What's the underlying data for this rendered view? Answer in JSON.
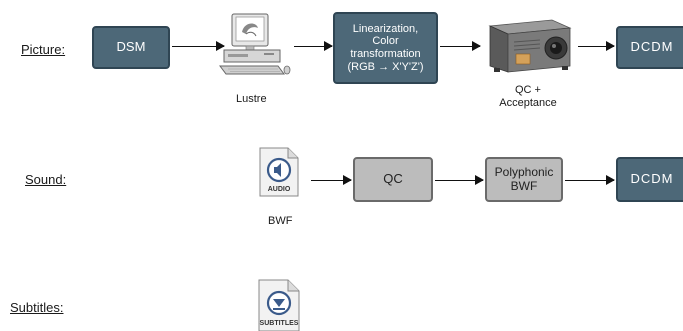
{
  "rows": {
    "picture": {
      "label": "Picture:"
    },
    "sound": {
      "label": "Sound:"
    },
    "subtitles": {
      "label": "Subtitles:"
    }
  },
  "picture": {
    "dsm": "DSM",
    "lustre": "Lustre",
    "linearization": {
      "line1": "Linearization,",
      "line2": "Color",
      "line3": "transformation",
      "line4": "(RGB → X'Y'Z')"
    },
    "qc_acceptance": {
      "line1": "QC +",
      "line2": "Acceptance"
    },
    "dcdm": "DCDM"
  },
  "sound": {
    "bwf_icon_text": "AUDIO",
    "bwf": "BWF",
    "qc": "QC",
    "polyphonic": {
      "line1": "Polyphonic",
      "line2": "BWF"
    },
    "dcdm": "DCDM"
  },
  "subtitles": {
    "icon_text": "SUBTITLES"
  },
  "colors": {
    "dark_box": "#4d6878",
    "dark_border": "#2f4553",
    "grey_box": "#bcbcbc",
    "arrow": "#111111"
  }
}
